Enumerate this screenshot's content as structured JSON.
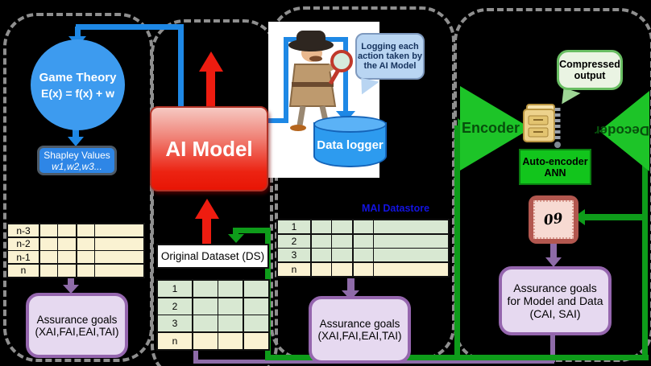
{
  "left_panel": {
    "game_theory": {
      "title": "Game Theory",
      "formula": "E(x) = f(x) + w"
    },
    "shapley": {
      "line1": "Shapley Values",
      "line2": "w1,w2,w3..."
    },
    "table": {
      "rows": [
        "n-3",
        "n-2",
        "n-1",
        "n"
      ]
    },
    "assurance": {
      "line1": "Assurance goals",
      "line2": "(XAI,FAI,EAI,TAI)"
    }
  },
  "model_panel": {
    "ai_model_label": "AI Model",
    "dataset_label": "Original Dataset (DS)",
    "table": {
      "rows": [
        "1",
        "2",
        "3",
        "n"
      ]
    }
  },
  "logger_panel": {
    "speech_bubble": {
      "line1": "Logging each",
      "line2": "action taken by",
      "line3": "the AI Model"
    },
    "data_logger_label": "Data logger",
    "datastore_label": "MAI Datastore",
    "table": {
      "rows": [
        "1",
        "2",
        "3",
        "n"
      ]
    },
    "assurance": {
      "line1": "Assurance goals",
      "line2": "(XAI,FAI,EAI,TAI)"
    }
  },
  "autoencoder_panel": {
    "encoder_label": "Encoder",
    "decoder_label": "Decoder",
    "compressed_bubble": {
      "line1": "Compressed",
      "line2": "output"
    },
    "ann_label": {
      "line1": "Auto-encoder",
      "line2": "ANN"
    },
    "stamp_text": "09",
    "assurance": {
      "line1": "Assurance goals",
      "line2": "for Model and Data",
      "line3": "(CAI, SAI)"
    }
  },
  "colors": {
    "wire_blue": "#1E88E5",
    "wire_red": "#EE1C10",
    "wire_purple": "#8E6BA8",
    "wire_green": "#0E9C1A",
    "ai_model_red": "#EC2312",
    "autoencoder_green": "#1DC428"
  }
}
